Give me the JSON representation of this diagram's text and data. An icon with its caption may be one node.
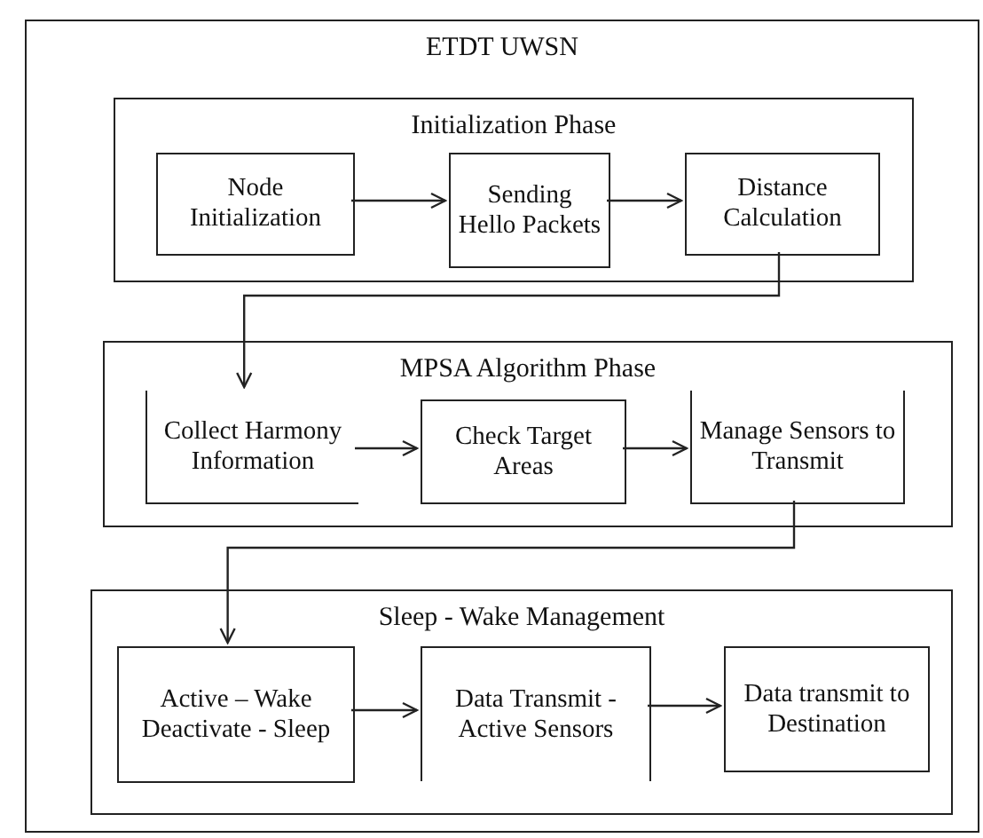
{
  "diagram": {
    "nodes": [
      {
        "text": [
          "ETDT UWSN"
        ]
      },
      {
        "text": [
          "Initialization Phase"
        ],
        "in": 0
      },
      {
        "text": [
          "Node Initialization"
        ],
        "in": 1
      },
      {
        "text": [
          "Sending Hello Packets"
        ],
        "in": 1
      },
      {
        "text": [
          "Distance Calculation"
        ],
        "in": 1
      },
      {
        "text": [
          "MPSA Algorithm Phase"
        ],
        "in": 0
      },
      {
        "text": [
          "Collect Harmony Information"
        ],
        "in": 5
      },
      {
        "text": [
          "Check Target Areas"
        ],
        "in": 5
      },
      {
        "text": [
          "Manage Sensors to Transmit"
        ],
        "in": 5
      },
      {
        "text": [
          "Sleep - Wake Management"
        ],
        "in": 0
      },
      {
        "text": [
          "Active – Wake Deactivate - Sleep"
        ],
        "in": 9
      },
      {
        "text": [
          "Data Transmit - Active Sensors"
        ],
        "in": 9
      },
      {
        "text": [
          "Data transmit to Destination"
        ],
        "in": 9
      }
    ],
    "edges": [
      {
        "from": 2,
        "to": 3,
        "arrow": "to"
      },
      {
        "from": 3,
        "to": 4,
        "arrow": "to"
      },
      {
        "from": 4,
        "to": 6,
        "arrow": "to"
      },
      {
        "from": 6,
        "to": 7,
        "arrow": "to"
      },
      {
        "from": 7,
        "to": 8,
        "arrow": "to"
      },
      {
        "from": 8,
        "to": 10,
        "arrow": "to"
      },
      {
        "from": 10,
        "to": 11,
        "arrow": "to"
      },
      {
        "from": 11,
        "to": 12,
        "arrow": "to"
      }
    ]
  }
}
